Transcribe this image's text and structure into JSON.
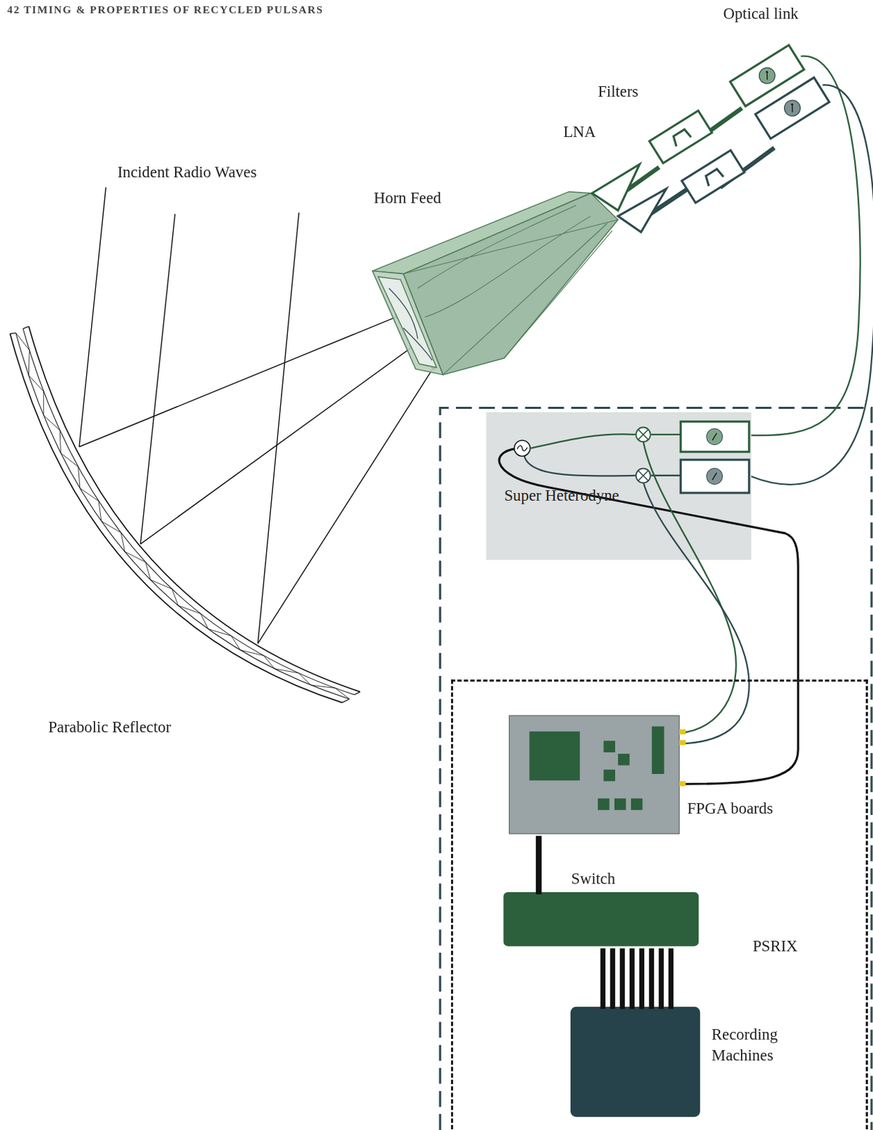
{
  "diagram": {
    "nodes": [
      {
        "text": [
          "Super Heterodyne"
        ]
      },
      {
        "text": [
          "PSRIX"
        ]
      },
      {
        "text": [
          "FPGA boards"
        ],
        "in": 1
      },
      {
        "text": [
          "Switch"
        ],
        "in": 1
      },
      {
        "text": [
          "Recording Machines"
        ],
        "in": 1
      }
    ],
    "edges": [
      {
        "from": 2,
        "to": 3,
        "arrow": "none"
      },
      {
        "from": 3,
        "to": 4,
        "arrow": "none"
      }
    ],
    "labels": [
      "42 TIMING & PROPERTIES OF RECYCLED PULSARS",
      "Optical link",
      "Filters",
      "LNA",
      "Incident Radio Waves",
      "Horn Feed",
      "Parabolic Reflector"
    ]
  }
}
